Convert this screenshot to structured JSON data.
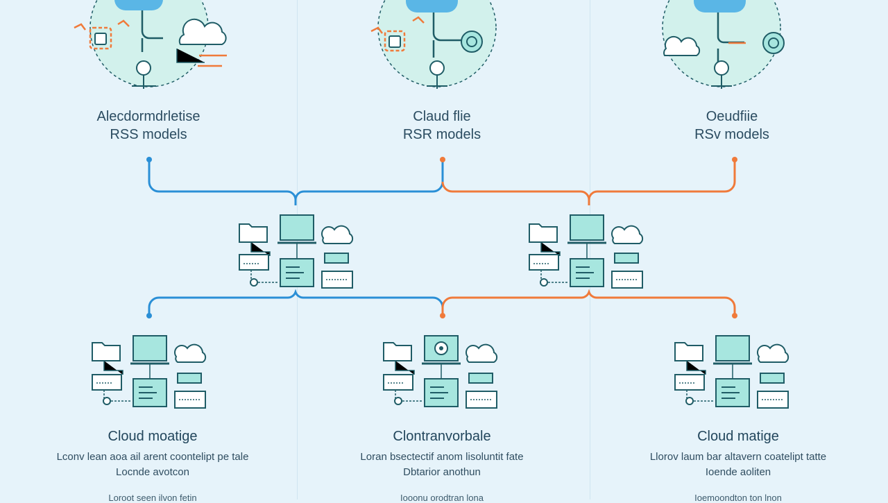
{
  "top_models": [
    {
      "line1": "Alecdormdrletise",
      "line2": "RSS models",
      "accent": "#f07a3a"
    },
    {
      "line1": "Claud flie",
      "line2": "RSR models",
      "accent": "#f07a3a"
    },
    {
      "line1": "Oeudfiie",
      "line2": "RSv models",
      "accent": "#f07a3a"
    }
  ],
  "bottom_cards": [
    {
      "title": "Cloud moatige",
      "desc_line1": "Lconv lean aoa ail arent coontelipt pe tale",
      "desc_line2": "Locnde avotcon",
      "footer": "Loroot seen ilvon fetin"
    },
    {
      "title": "Clontranvorbale",
      "desc_line1": "Loran bsectectif anom lisoluntit fate",
      "desc_line2": "Dbtarior anothun",
      "footer": "Iooonu orodtran lona"
    },
    {
      "title": "Cloud matige",
      "desc_line1": "Llorov laum bar altavern coatelipt tatte",
      "desc_line2": "Ioende aoliten",
      "footer": "Ioemoondton ton lnon"
    }
  ],
  "colors": {
    "background": "#e6f3fa",
    "connector_blue": "#2a8fd6",
    "connector_orange": "#f07a3a",
    "icon_stroke": "#1f5c66",
    "icon_fill": "#a7e6df",
    "cloud_fill": "#5ab6e6"
  },
  "icons": [
    "globe-network-icon",
    "cloud-icon",
    "folder-icon",
    "monitor-icon",
    "server-icon",
    "document-icon",
    "lock-icon",
    "node-icon"
  ]
}
